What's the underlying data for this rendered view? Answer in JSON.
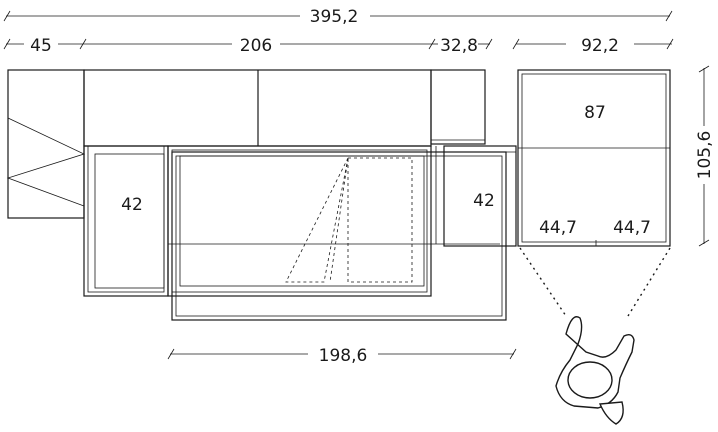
{
  "dimensions": {
    "total_width": "395,2",
    "left_seat": "45",
    "middle": "206",
    "right_gap": "32,8",
    "chaise_width": "92,2",
    "depth": "105,6",
    "table": "198,6"
  },
  "labels": {
    "left_module_depth": "42",
    "right_module_depth": "42",
    "chaise_length": "87",
    "chaise_left": "44,7",
    "chaise_right": "44,7"
  }
}
